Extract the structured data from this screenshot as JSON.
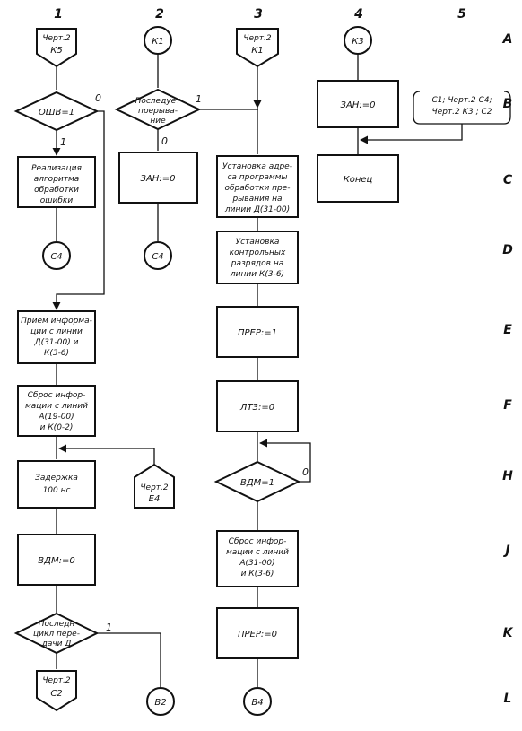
{
  "column_numbers": [
    "1",
    "2",
    "3",
    "4",
    "5"
  ],
  "row_letters": [
    "A",
    "B",
    "C",
    "D",
    "E",
    "F",
    "H",
    "J",
    "K",
    "L"
  ],
  "col1": {
    "ref_top": [
      "Черт.2",
      "К5"
    ],
    "check_oshv": "ОШВ=1",
    "oshv_zero": "0",
    "oshv_one": "1",
    "error_block": [
      "Реализация",
      "алгоритма",
      "обработки",
      "ошибки"
    ],
    "conn_c4": "С4",
    "receive_block": [
      "Прием информа-",
      "ции с линии",
      "Д(31-00) и",
      "К(3-6)"
    ],
    "reset_block": [
      "Сброс инфор-",
      "мации с линий",
      "А(19-00)",
      "и К(0-2)"
    ],
    "delay_block": [
      "Задержка",
      "100 нс"
    ],
    "ref_e4": [
      "Черт.2",
      "Е4"
    ],
    "vdm_block": "ВДМ:=0",
    "last_cycle": [
      "Последн",
      "цикл пере-",
      "дачи Д"
    ],
    "last_one": "1",
    "ref_c2": [
      "Черт.2",
      "С2"
    ],
    "conn_b2": "В2"
  },
  "col2": {
    "conn_k1": "К1",
    "interrupt_check": [
      "Последует",
      "прерыва-",
      "ние"
    ],
    "interrupt_one": "1",
    "interrupt_zero": "0",
    "zan_block": "ЗАН:=0",
    "conn_c4": "С4"
  },
  "col3": {
    "ref_top": [
      "Черт.2",
      "К1"
    ],
    "address_block": [
      "Установка адре-",
      "са программы",
      "обработки пре-",
      "рывания на",
      "линии Д(31-00)"
    ],
    "control_block": [
      "Установка",
      "контрольных",
      "разрядов на",
      "линии К(3-6)"
    ],
    "prer_set": "ПРЕР:=1",
    "ltz_block": "ЛТЗ:=0",
    "vdm_check": "ВДМ=1",
    "vdm_zero": "0",
    "reset_block": [
      "Сброс инфор-",
      "мации с линий",
      "А(31-00)",
      "и К(3-6)"
    ],
    "prer_reset": "ПРЕР:=0",
    "conn_b4": "В4"
  },
  "col4": {
    "conn_k3": "К3",
    "zan_block": "ЗАН:=0",
    "end_block": "Конец"
  },
  "col5": {
    "note": [
      "С1; Черт.2 С4;",
      "Черт.2 К3 ; С2"
    ]
  }
}
